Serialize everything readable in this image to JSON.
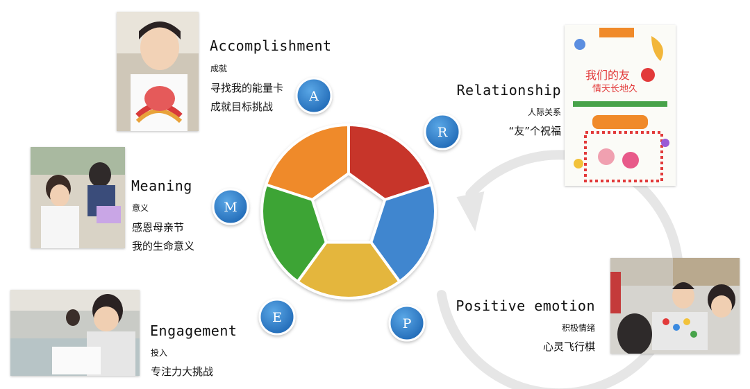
{
  "colors": {
    "accomplishment": "#ef8a2a",
    "relationship": "#c7362a",
    "positive_emotion": "#3f86cf",
    "engagement": "#e4b63e",
    "meaning": "#3ea435",
    "badge": "#2a7cc8",
    "arrow": "#e6e6e6"
  },
  "sections": {
    "accomplishment": {
      "letter": "A",
      "heading": "Accomplishment",
      "subtitle": "成就",
      "lines": [
        "寻找我的能量卡",
        "成就目标挑战"
      ]
    },
    "relationship": {
      "letter": "R",
      "heading": "Relationship",
      "subtitle": "人际关系",
      "lines": [
        "“友”个祝福"
      ]
    },
    "meaning": {
      "letter": "M",
      "heading": "Meaning",
      "subtitle": "意义",
      "lines": [
        "感恩母亲节",
        "我的生命意义"
      ]
    },
    "engagement": {
      "letter": "E",
      "heading": "Engagement",
      "subtitle": "投入",
      "lines": [
        "专注力大挑战"
      ]
    },
    "positive_emotion": {
      "letter": "P",
      "heading": "Positive emotion",
      "subtitle": "积极情绪",
      "lines": [
        "心灵飞行棋"
      ]
    }
  }
}
